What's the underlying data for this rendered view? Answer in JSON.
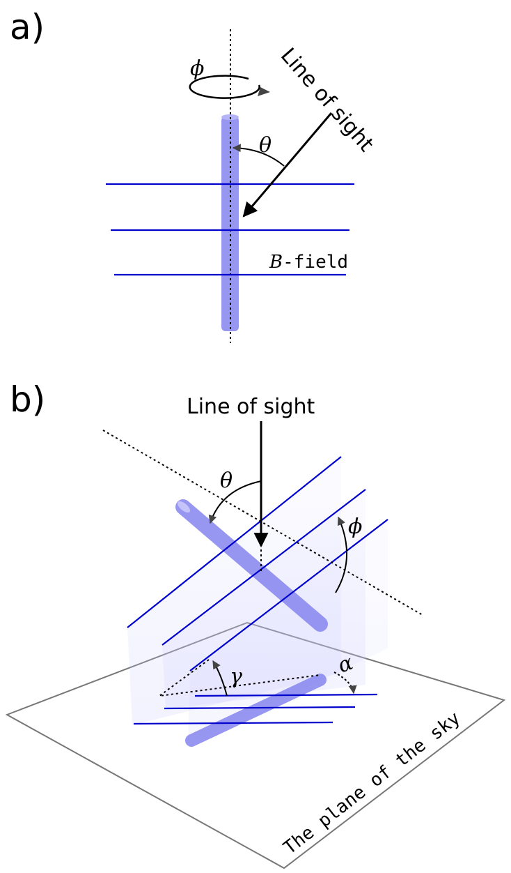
{
  "panel_a": {
    "label": "a)",
    "line_of_sight": "Line of sight",
    "phi": "ϕ",
    "theta": "θ",
    "b_symbol": "B",
    "b_suffix": "-field"
  },
  "panel_b": {
    "label": "b)",
    "line_of_sight": "Line of sight",
    "theta": "θ",
    "phi": "ϕ",
    "gamma": "γ",
    "alpha": "α",
    "plane_label": "The plane of the sky"
  },
  "colors": {
    "field_line": "#0000cc",
    "filament": "#8c8cf0",
    "plane_edge": "#777777",
    "arrow_gray": "#444444"
  }
}
